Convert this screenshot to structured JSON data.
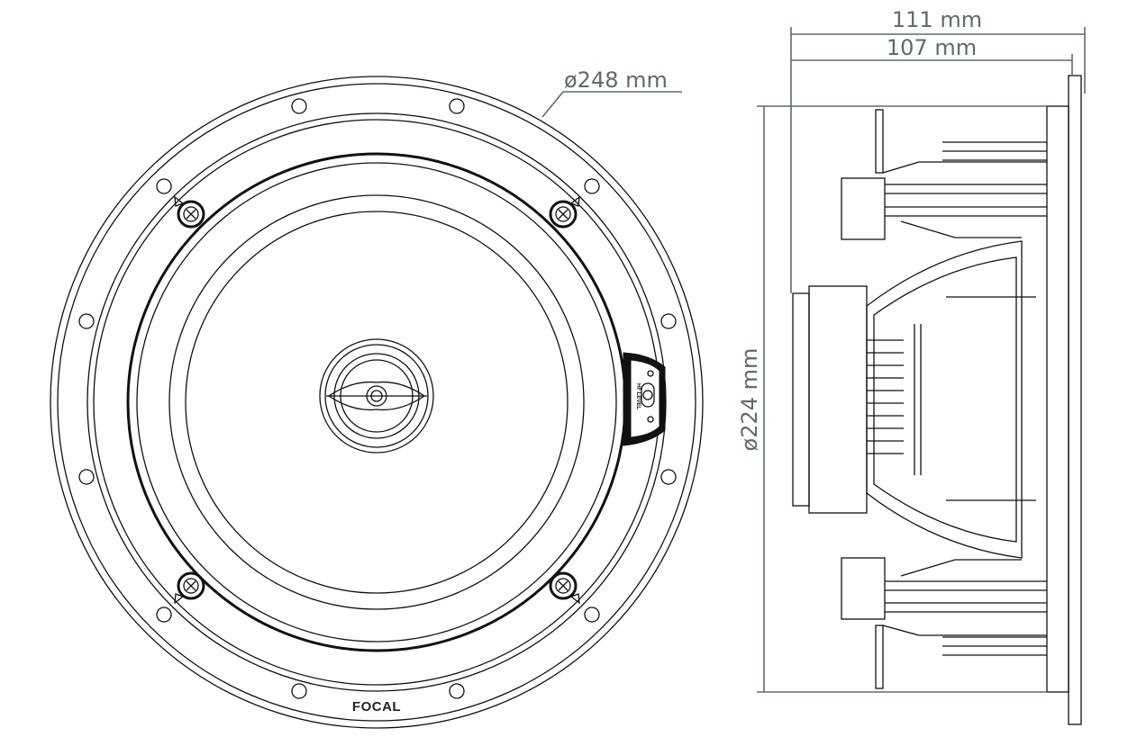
{
  "dimensions": {
    "outer_diameter": "ø248 mm",
    "depth_total": "111 mm",
    "depth_mount": "107 mm",
    "cutout_diameter": "ø224 mm"
  },
  "labels": {
    "brand": "FOCAL",
    "tweeter_switch": "HF LEVEL"
  },
  "colors": {
    "line": "#111111",
    "dimension": "#5f6b6a"
  }
}
